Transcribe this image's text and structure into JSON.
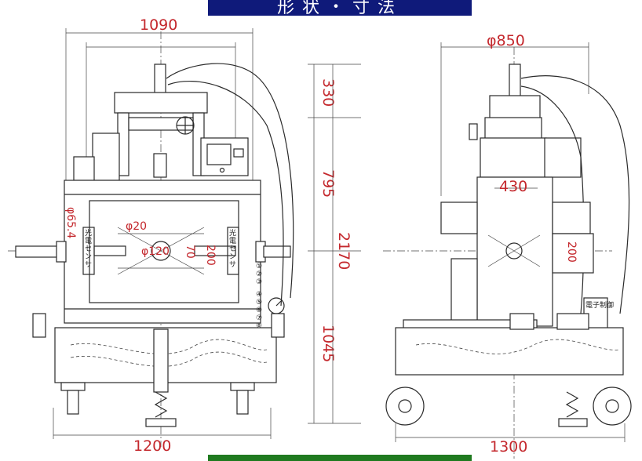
{
  "header": {
    "title": "形状・寸法"
  },
  "front_view": {
    "dimensions": {
      "width_top": "1090",
      "width_bottom": "1200",
      "height_top": "330",
      "height_middle": "795",
      "height_total": "2170",
      "height_lower": "1045",
      "diameter_small": "φ20",
      "diameter_center": "φ120",
      "diameter_side": "φ65.4",
      "gap_small": "70",
      "gap_large": "200"
    },
    "sensor_label": "光電センサ",
    "numbered_buttons": [
      "①",
      "②",
      "③",
      "④",
      "⑤",
      "⑥",
      "⑦",
      "⑧"
    ]
  },
  "side_view": {
    "dimensions": {
      "diameter_top": "φ850",
      "width_column": "430",
      "gap": "200",
      "width_base": "1300"
    },
    "control_label": "電子制御"
  },
  "colors": {
    "banner": "#0f1a7a",
    "dimension_text": "#c4282d",
    "bottom_band": "#1f7a1f"
  }
}
